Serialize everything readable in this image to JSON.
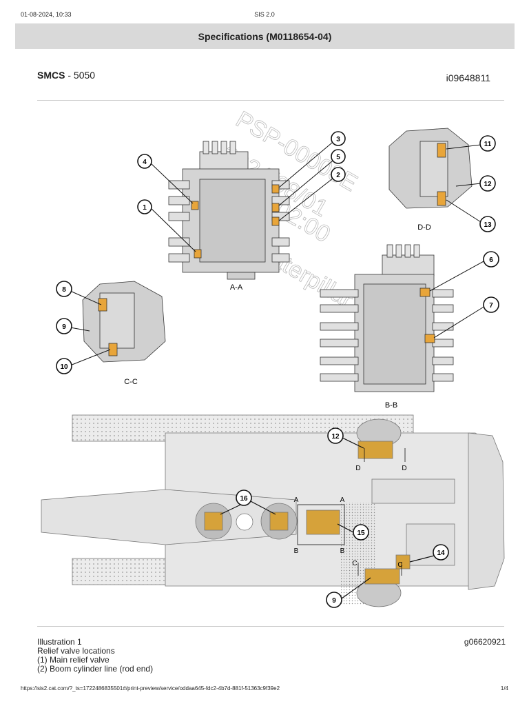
{
  "print_header": {
    "timestamp": "01-08-2024, 10:33",
    "app_name": "SIS 2.0"
  },
  "title": "Specifications (M0118654-04)",
  "smcs": {
    "label": "SMCS",
    "separator": " - ",
    "code": "5050"
  },
  "doc_id": "i09648811",
  "watermark": {
    "lines": [
      "PSP-00003E",
      "2024/08/01",
      "+02:00",
      "Caterpillar"
    ]
  },
  "figure": {
    "callouts": [
      "1",
      "2",
      "3",
      "4",
      "5",
      "6",
      "7",
      "8",
      "9",
      "10",
      "11",
      "12",
      "13",
      "14",
      "15",
      "16"
    ],
    "view_labels": {
      "aa": "A-A",
      "bb": "B-B",
      "cc": "C-C",
      "dd": "D-D"
    },
    "section_letters": {
      "a": "A",
      "b": "B",
      "c": "C",
      "d": "D"
    }
  },
  "caption": {
    "illustration": "Illustration 1",
    "graphic_id": "g06620921",
    "heading": "Relief valve locations",
    "items": [
      "(1) Main relief valve",
      "(2) Boom cylinder line (rod end)"
    ]
  },
  "print_footer": {
    "url": "https://sis2.cat.com/?_ts=1722486835501#/print-preview/service/oddaa645-fdc2-4b7d-881f-51363c9f39e2",
    "page": "1/4"
  },
  "colors": {
    "title_bar": "#d9d9d9",
    "valve_highlight": "#e8a53a",
    "casting": "#cfcfcf",
    "outline": "#333333"
  }
}
